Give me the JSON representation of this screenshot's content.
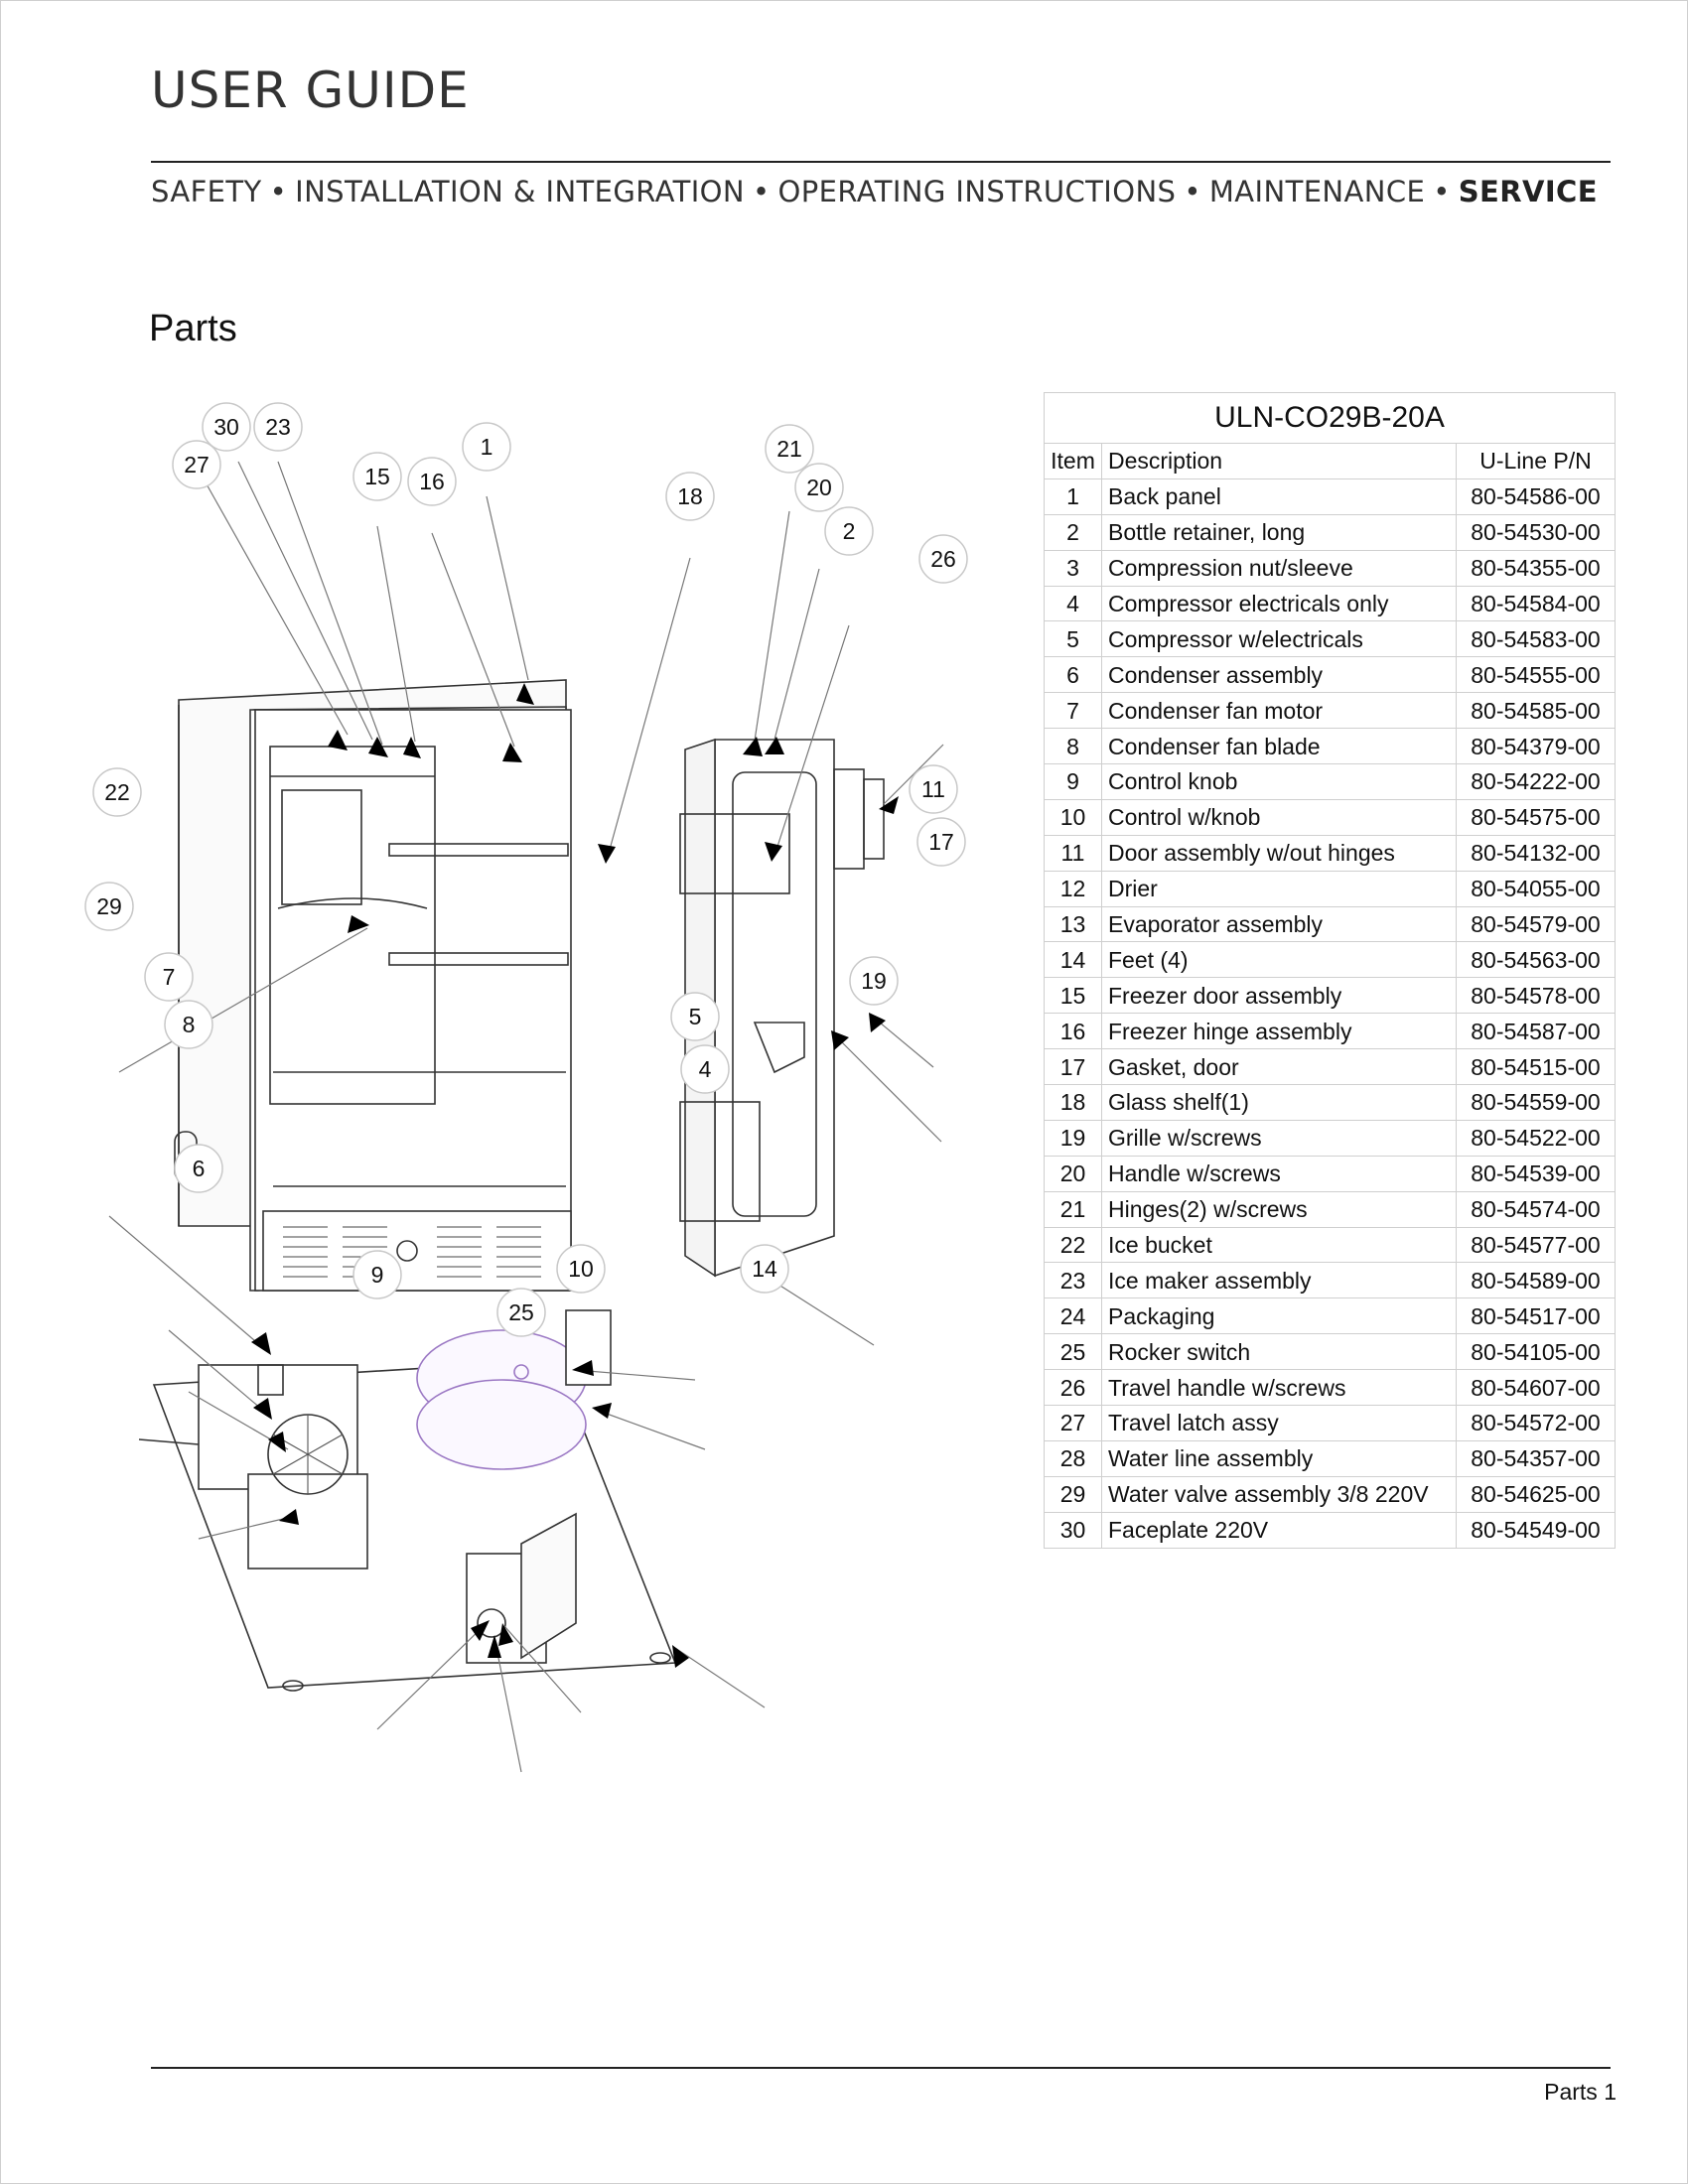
{
  "header": {
    "title": "USER GUIDE",
    "nav": [
      {
        "label": "SAFETY",
        "active": false
      },
      {
        "label": "INSTALLATION & INTEGRATION",
        "active": false
      },
      {
        "label": "OPERATING INSTRUCTIONS",
        "active": false
      },
      {
        "label": "MAINTENANCE",
        "active": false
      },
      {
        "label": "SERVICE",
        "active": true
      }
    ],
    "separator": "•"
  },
  "section_heading": "Parts",
  "diagram": {
    "callouts": [
      "30",
      "23",
      "27",
      "1",
      "15",
      "16",
      "21",
      "20",
      "18",
      "2",
      "26",
      "22",
      "11",
      "17",
      "29",
      "19",
      "7",
      "5",
      "8",
      "4",
      "6",
      "9",
      "10",
      "14",
      "25"
    ]
  },
  "parts_table": {
    "model": "ULN-CO29B-20A",
    "columns": [
      "Item",
      "Description",
      "U-Line P/N"
    ],
    "rows": [
      [
        "1",
        "Back panel",
        "80-54586-00"
      ],
      [
        "2",
        "Bottle retainer, long",
        "80-54530-00"
      ],
      [
        "3",
        "Compression nut/sleeve",
        "80-54355-00"
      ],
      [
        "4",
        "Compressor electricals only",
        "80-54584-00"
      ],
      [
        "5",
        "Compressor w/electricals",
        "80-54583-00"
      ],
      [
        "6",
        "Condenser assembly",
        "80-54555-00"
      ],
      [
        "7",
        "Condenser fan motor",
        "80-54585-00"
      ],
      [
        "8",
        "Condenser fan blade",
        "80-54379-00"
      ],
      [
        "9",
        "Control knob",
        "80-54222-00"
      ],
      [
        "10",
        "Control w/knob",
        "80-54575-00"
      ],
      [
        "11",
        "Door assembly w/out hinges",
        "80-54132-00"
      ],
      [
        "12",
        "Drier",
        "80-54055-00"
      ],
      [
        "13",
        "Evaporator assembly",
        "80-54579-00"
      ],
      [
        "14",
        "Feet (4)",
        "80-54563-00"
      ],
      [
        "15",
        "Freezer door assembly",
        "80-54578-00"
      ],
      [
        "16",
        "Freezer hinge assembly",
        "80-54587-00"
      ],
      [
        "17",
        "Gasket, door",
        "80-54515-00"
      ],
      [
        "18",
        "Glass shelf(1)",
        "80-54559-00"
      ],
      [
        "19",
        "Grille w/screws",
        "80-54522-00"
      ],
      [
        "20",
        "Handle w/screws",
        "80-54539-00"
      ],
      [
        "21",
        "Hinges(2) w/screws",
        "80-54574-00"
      ],
      [
        "22",
        "Ice bucket",
        "80-54577-00"
      ],
      [
        "23",
        "Ice maker assembly",
        "80-54589-00"
      ],
      [
        "24",
        "Packaging",
        "80-54517-00"
      ],
      [
        "25",
        "Rocker switch",
        "80-54105-00"
      ],
      [
        "26",
        "Travel handle w/screws",
        "80-54607-00"
      ],
      [
        "27",
        "Travel latch assy",
        "80-54572-00"
      ],
      [
        "28",
        "Water line assembly",
        "80-54357-00"
      ],
      [
        "29",
        "Water valve assembly 3/8 220V",
        "80-54625-00"
      ],
      [
        "30",
        "Faceplate 220V",
        "80-54549-00"
      ]
    ]
  },
  "footer": {
    "page_label": "Parts 1"
  }
}
